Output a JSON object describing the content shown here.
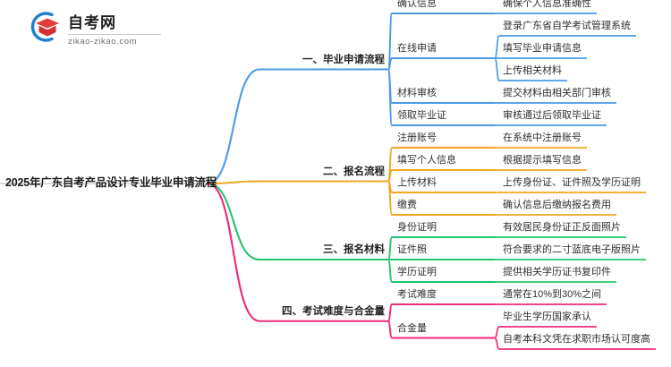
{
  "logo": {
    "name": "zikao-logo",
    "brand_cn": "自考网",
    "domain": "zikao-zikao.com",
    "arc_color": "#1f7fd0",
    "cap_color": "#e23b3b"
  },
  "colors": {
    "branch1": "#4a9ae8",
    "branch2": "#f0a722",
    "branch3": "#21c46d",
    "branch4": "#ee2a7b",
    "text": "#2b2b2b"
  },
  "root": {
    "label": "2025年广东自考产品设计专业毕业申请流程"
  },
  "branches": [
    {
      "label": "一、毕业申请流程",
      "color": "#4a9ae8",
      "children": [
        {
          "label": "确认信息",
          "details": [
            "确保个人信息准确性"
          ]
        },
        {
          "label": "在线申请",
          "details": [
            "登录广东省自学考试管理系统",
            "填写毕业申请信息",
            "上传相关材料"
          ]
        },
        {
          "label": "材料审核",
          "details": [
            "提交材料由相关部门审核"
          ]
        },
        {
          "label": "领取毕业证",
          "details": [
            "审核通过后领取毕业证"
          ]
        }
      ]
    },
    {
      "label": "二、报名流程",
      "color": "#f0a722",
      "children": [
        {
          "label": "注册账号",
          "details": [
            "在系统中注册账号"
          ]
        },
        {
          "label": "填写个人信息",
          "details": [
            "根据提示填写信息"
          ]
        },
        {
          "label": "上传材料",
          "details": [
            "上传身份证、证件照及学历证明"
          ]
        },
        {
          "label": "缴费",
          "details": [
            "确认信息后缴纳报名费用"
          ]
        }
      ]
    },
    {
      "label": "三、报名材料",
      "color": "#21c46d",
      "children": [
        {
          "label": "身份证明",
          "details": [
            "有效居民身份证正反面照片"
          ]
        },
        {
          "label": "证件照",
          "details": [
            "符合要求的二寸蓝底电子版照片"
          ]
        },
        {
          "label": "学历证明",
          "details": [
            "提供相关学历证书复印件"
          ]
        }
      ]
    },
    {
      "label": "四、考试难度与合金量",
      "color": "#ee2a7b",
      "children": [
        {
          "label": "考试难度",
          "details": [
            "通常在10%到30%之间"
          ]
        },
        {
          "label": "合金量",
          "details": [
            "毕业生学历国家承认",
            "自考本科文凭在求职市场认可度高"
          ]
        }
      ]
    }
  ]
}
